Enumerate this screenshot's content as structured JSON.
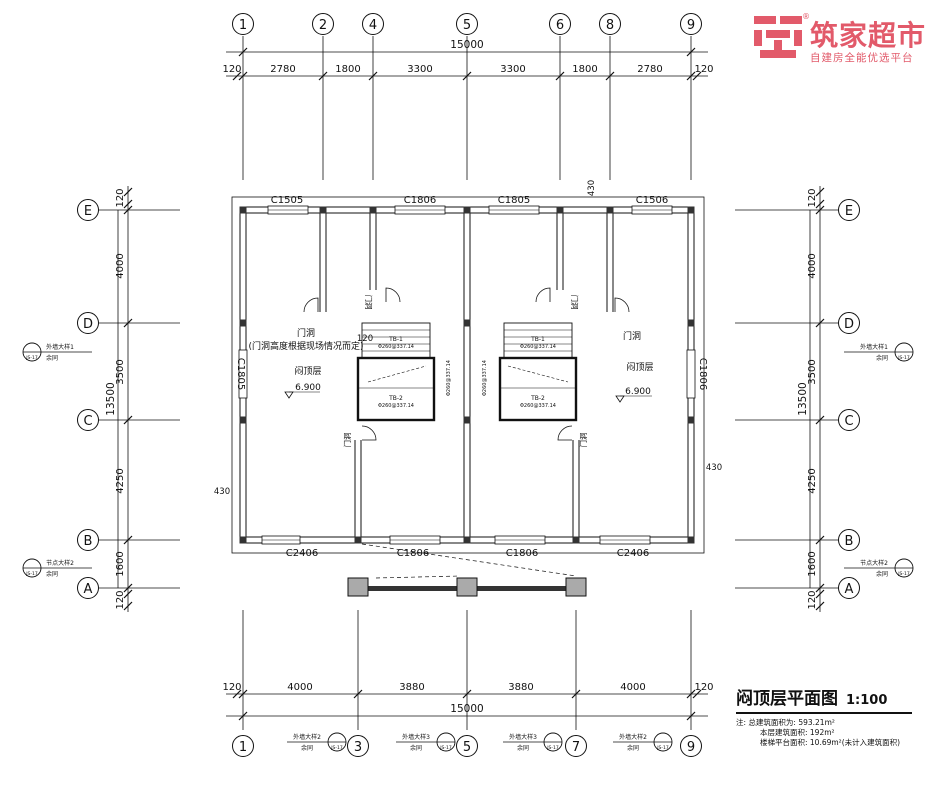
{
  "drawing": {
    "title": "闷顶层平面图",
    "scale": "1:100",
    "notes": [
      "注: 总建筑面积为: 593.21m²",
      "本层建筑面积: 192m²",
      "楼梯平台面积: 10.69m²(未计入建筑面积)"
    ]
  },
  "logo": {
    "name": "筑家超市",
    "tagline": "自建房全能优选平台",
    "mark": "®"
  },
  "axes": {
    "top": [
      "1",
      "2",
      "4",
      "5",
      "6",
      "8",
      "9"
    ],
    "bottom": [
      "1",
      "3",
      "5",
      "7",
      "9"
    ],
    "left": [
      "E",
      "D",
      "C",
      "B",
      "A"
    ],
    "right": [
      "E",
      "D",
      "C",
      "B",
      "A"
    ]
  },
  "dimensions": {
    "top_total": "15000",
    "top_segments": [
      "120",
      "2780",
      "1800",
      "3300",
      "3300",
      "1800",
      "2780",
      "120"
    ],
    "bottom_total": "15000",
    "bottom_segments": [
      "120",
      "4000",
      "3880",
      "3880",
      "4000",
      "120"
    ],
    "left_total": "13500",
    "left_segments": [
      "120",
      "4000",
      "3500",
      "4250",
      "1600",
      "120"
    ],
    "right_total": "13500",
    "right_segments": [
      "120",
      "4000",
      "3500",
      "4250",
      "1600",
      "120"
    ],
    "misc": [
      "430",
      "430",
      "430",
      "120"
    ]
  },
  "windows": [
    "C1505",
    "C1806",
    "C1805",
    "C1506",
    "C1805",
    "C1806",
    "C2406",
    "C1806",
    "C1806",
    "C2406"
  ],
  "rooms": {
    "left_label": "闷顶层",
    "right_label": "闷顶层",
    "left_elev": "6.900",
    "right_elev": "6.900",
    "door_left_title": "门洞",
    "door_left_note": "(门洞高度根据现场情况而定)",
    "door_right": "门洞",
    "door_a": "门洞",
    "door_b": "门洞"
  },
  "stairs": {
    "tb1": "TB-1",
    "tb1_note": "Φ260@337.14",
    "tb2": "TB-2",
    "tb2_note": "Φ260@337.14",
    "side_note": "Φ260@337.14"
  },
  "details": {
    "exterior_wall_1": "外墙大样1",
    "exterior_wall_2": "外墙大样2",
    "exterior_wall_3": "外墙大样3",
    "node_2": "节点大样2",
    "ref": "JS-17",
    "ref_sub": "余同"
  }
}
